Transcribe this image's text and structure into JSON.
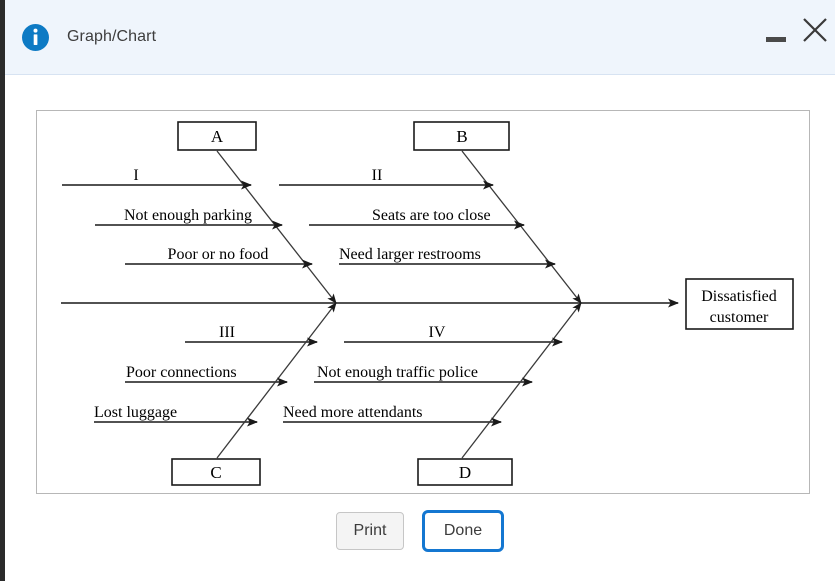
{
  "window": {
    "title": "Graph/Chart",
    "info_icon": "info-circle-icon",
    "minimize_label": "minimize-icon",
    "close_label": "close-icon",
    "accent_color": "#1477d1",
    "titlebar_bg": "#eff5fc"
  },
  "footer": {
    "print_label": "Print",
    "done_label": "Done"
  },
  "chart_data": {
    "type": "diagram",
    "diagram_type": "fishbone",
    "title": "",
    "effect": "Dissatisfied\ncustomer",
    "effect_line1": "Dissatisfied",
    "effect_line2": "customer",
    "categories": [
      {
        "box": "A",
        "position": "top-left",
        "causes": [
          "I",
          "Not enough parking",
          "Poor or no food"
        ]
      },
      {
        "box": "B",
        "position": "top-right",
        "causes": [
          "II",
          "Seats are too close",
          "Need larger restrooms"
        ]
      },
      {
        "box": "C",
        "position": "bottom-left",
        "causes": [
          "III",
          "Poor connections",
          "Lost luggage"
        ]
      },
      {
        "box": "D",
        "position": "bottom-right",
        "causes": [
          "IV",
          "Not enough traffic police",
          "Need more attendants"
        ]
      }
    ],
    "labels": {
      "box_a": "A",
      "box_b": "B",
      "box_c": "C",
      "box_d": "D",
      "a1": "I",
      "a2": "Not enough parking",
      "a3": "Poor or no food",
      "b1": "II",
      "b2": "Seats are too close",
      "b3": "Need larger restrooms",
      "c1": "III",
      "c2": "Poor connections",
      "c3": "Lost luggage",
      "d1": "IV",
      "d2": "Not enough traffic police",
      "d3": "Need more attendants"
    },
    "stroke_color": "#333333",
    "text_color": "#000000"
  }
}
